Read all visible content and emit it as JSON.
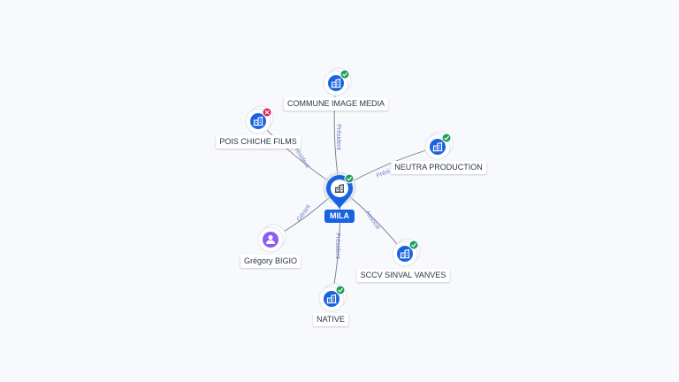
{
  "center": {
    "label": "MILA",
    "status": "active",
    "icon": "building-icon"
  },
  "nodes": [
    {
      "id": "commune",
      "label": "COMMUNE IMAGE MEDIA",
      "type": "company",
      "icon": "building-icon",
      "status": "active",
      "edge_label": "Président"
    },
    {
      "id": "pois",
      "label": "POIS CHICHE FILMS",
      "type": "company",
      "icon": "building-icon",
      "status": "closed",
      "edge_label": "Président"
    },
    {
      "id": "neutra",
      "label": "NEUTRA PRODUCTION",
      "type": "company",
      "icon": "building-icon",
      "status": "active",
      "edge_label": "Prési"
    },
    {
      "id": "gregory",
      "label": "Grégory BIGIO",
      "type": "person",
      "icon": "person-icon",
      "status": "none",
      "edge_label": "Gérant"
    },
    {
      "id": "sccv",
      "label": "SCCV SINVAL VANVES",
      "type": "company",
      "icon": "building-icon",
      "status": "active",
      "edge_label": "Associé"
    },
    {
      "id": "native",
      "label": "NATIVE",
      "type": "company",
      "icon": "building-icon",
      "status": "active",
      "edge_label": "Président"
    }
  ],
  "colors": {
    "company": "#1a63e0",
    "person": "#8b5cf6",
    "active": "#1e9e5a",
    "closed": "#e02454",
    "edge": "#5a6374",
    "edge_label": "#6d80c8"
  }
}
